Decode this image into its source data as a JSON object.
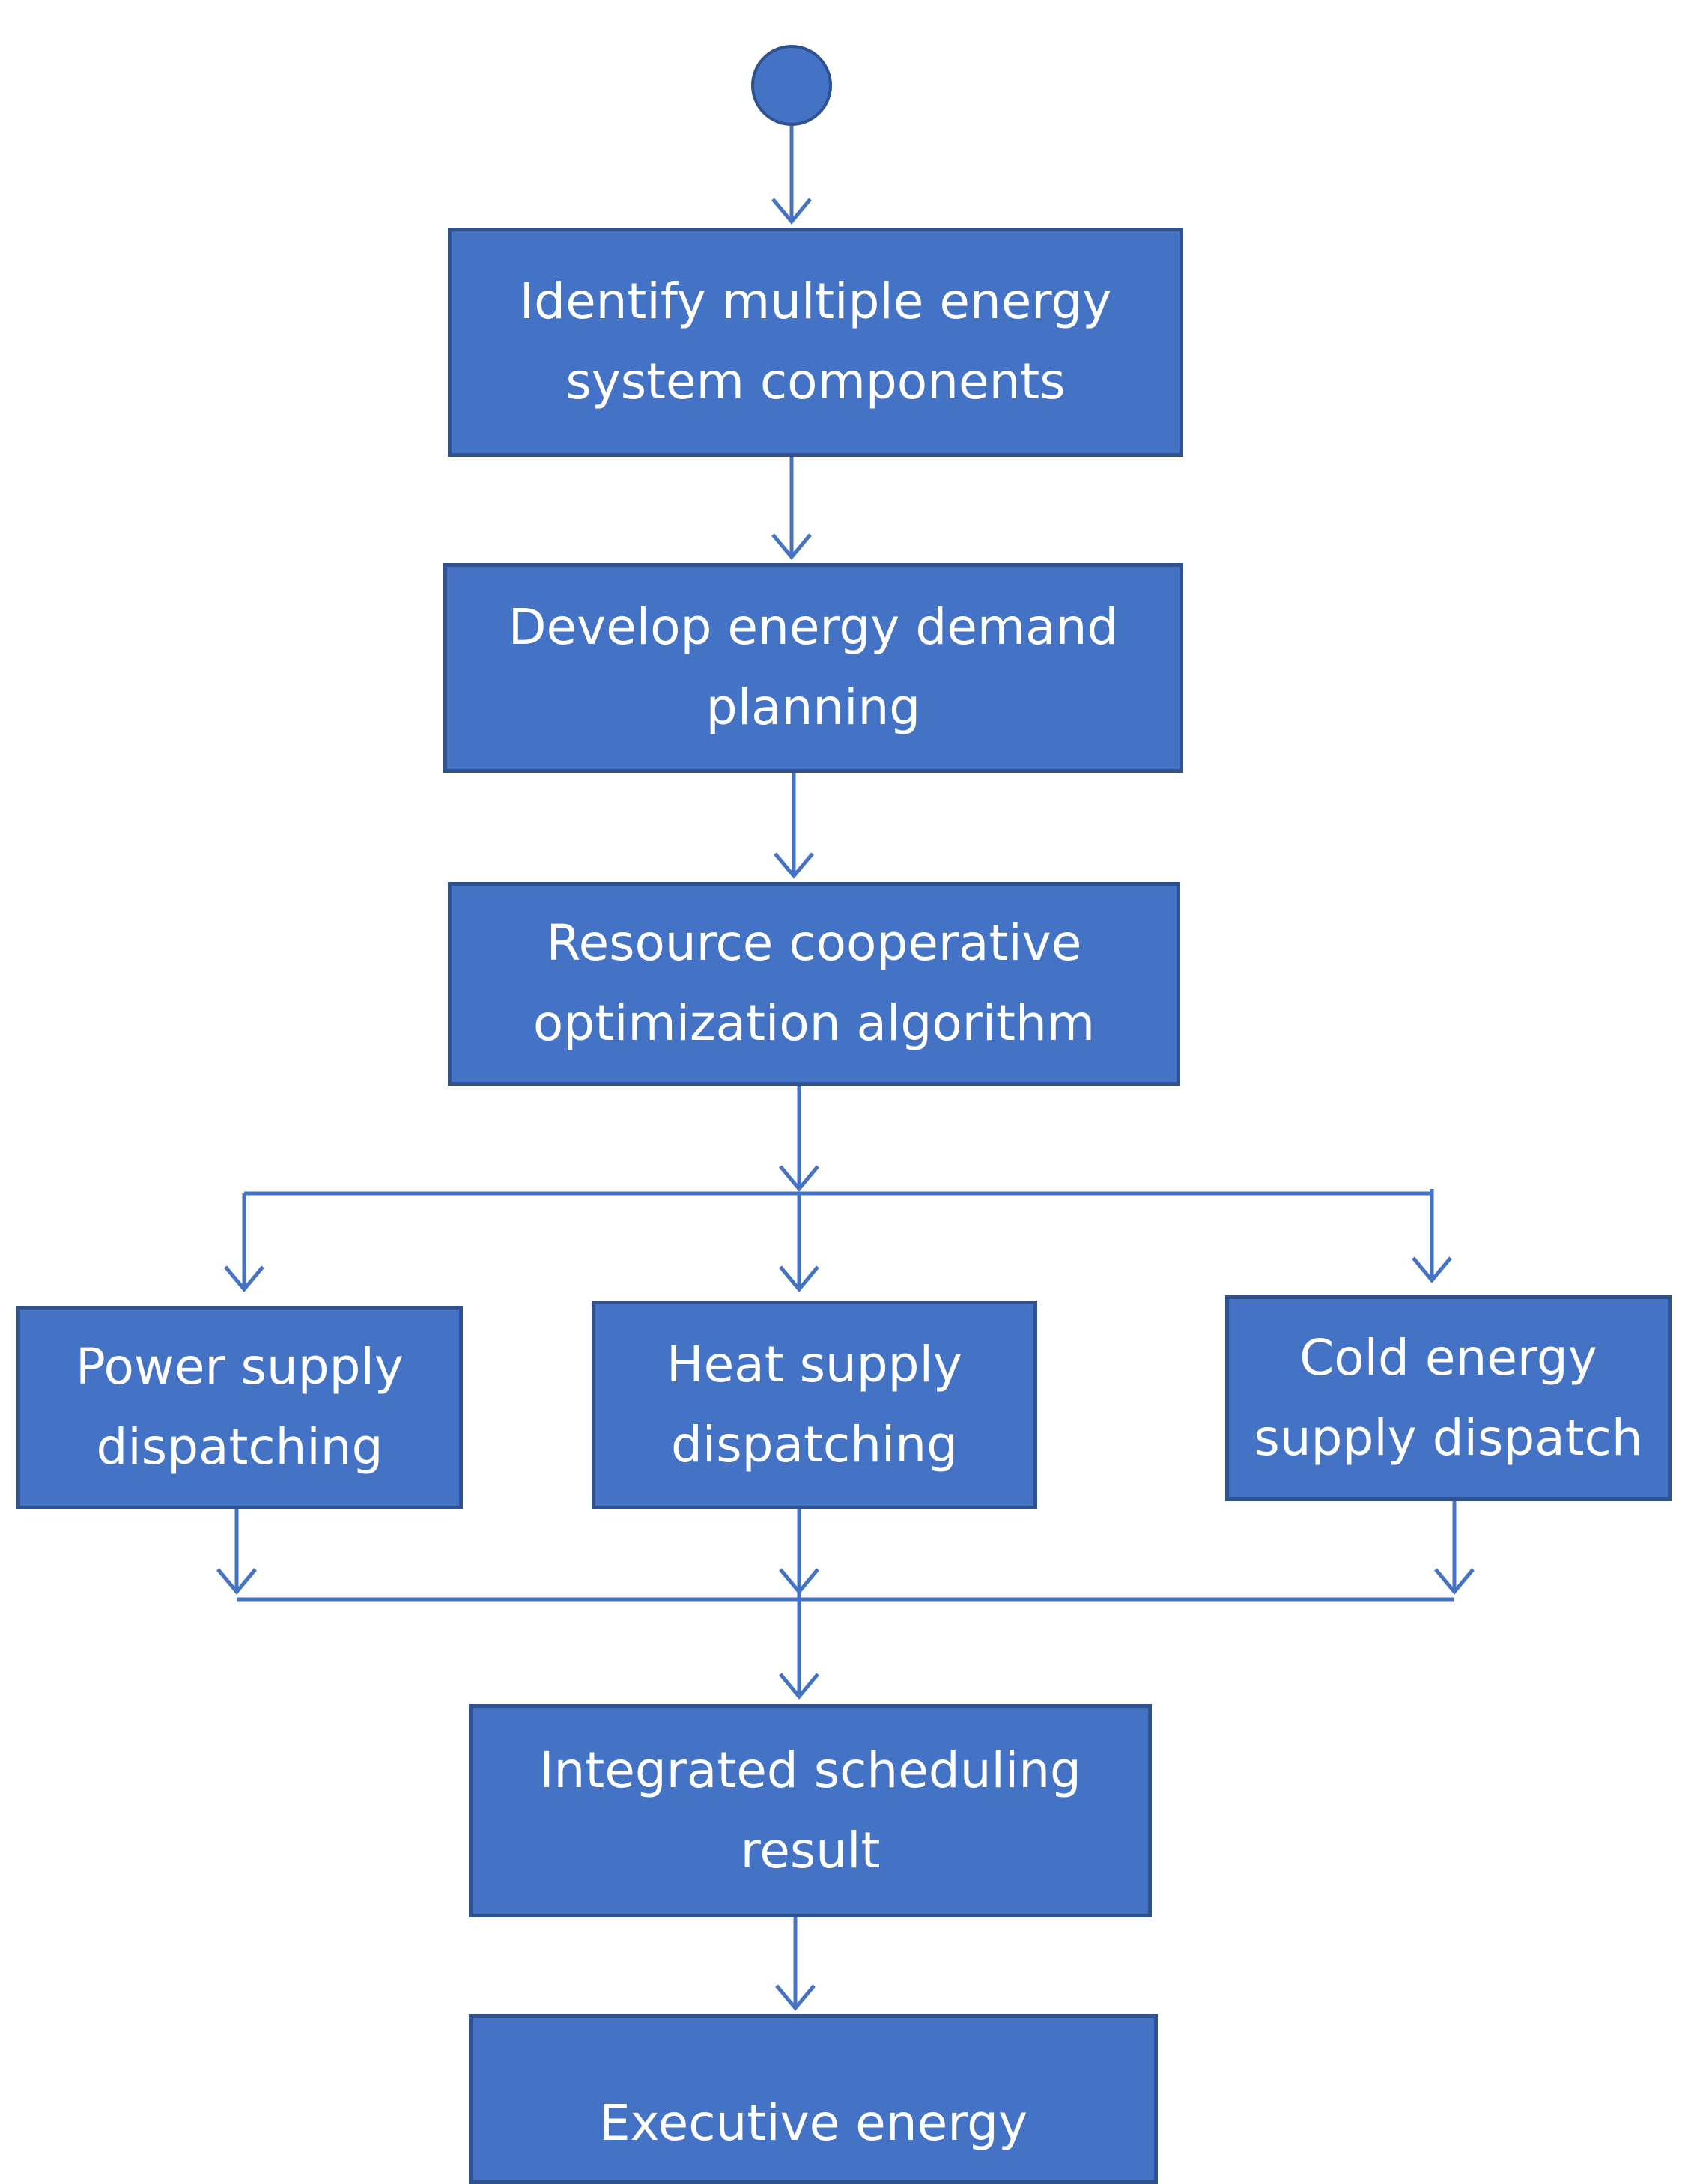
{
  "diagram": {
    "nodes": {
      "identify": "Identify multiple energy system components",
      "develop": "Develop energy demand planning",
      "resource": "Resource cooperative optimization algorithm",
      "power": "Power supply dispatching",
      "heat": "Heat supply dispatching",
      "cold": "Cold energy supply dispatch",
      "integrated": "Integrated scheduling result",
      "executive": "Executive energy"
    }
  },
  "colors": {
    "node_fill": "#4472c4",
    "node_border": "#2f528f",
    "node_text": "#ffffff",
    "connector": "#4472c4",
    "background": "#ffffff"
  }
}
